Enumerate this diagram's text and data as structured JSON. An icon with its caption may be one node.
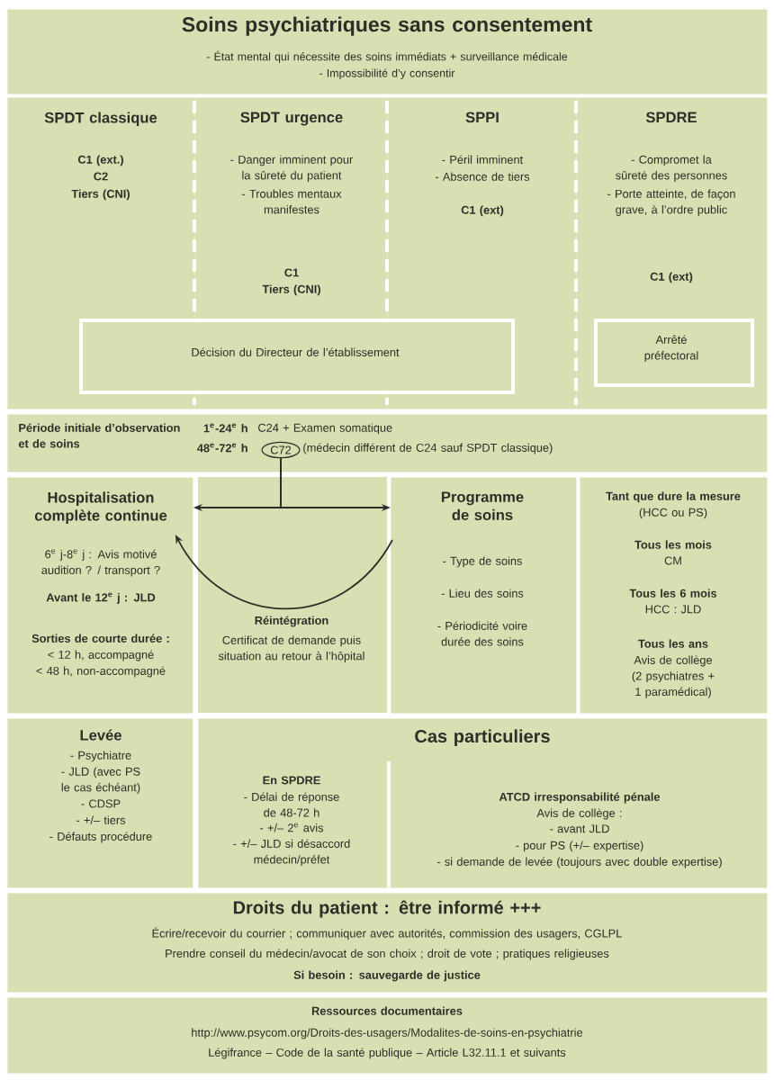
{
  "diagram": {
    "nodes": [
      {
        "text": [
          "Soins psychiatriques sans consentement",
          "- État mental qui nécessite des soins immédiats + surveillance médicale",
          "- Impossibilité d’y consentir"
        ]
      },
      {
        "text": [
          "SPDT classique",
          "C1 (ext.)",
          "C2",
          "Tiers (CNI)"
        ]
      },
      {
        "text": [
          "SPDT urgence",
          "- Danger imminent pour la sûreté du patient",
          "- Troubles mentaux manifestes",
          "C1",
          "Tiers (CNI)"
        ]
      },
      {
        "text": [
          "SPPI",
          "- Péril imminent",
          "- Absence de tiers",
          "C1 (ext)"
        ]
      },
      {
        "text": [
          "SPDRE",
          "- Compromet la sûreté des personnes",
          "- Porte atteinte, de façon grave, à l’ordre public",
          "C1 (ext)"
        ]
      },
      {
        "text": [
          "Décision du Directeur de l’établissement"
        ]
      },
      {
        "text": [
          "Arrêté préfectoral"
        ],
        "in": 4
      },
      {
        "text": [
          "Période initiale d’observation et de soins",
          "1$^{e}$-24$^{e}$ h",
          "C24 + Examen somatique",
          "48$^{e}$-72$^{e}$ h",
          "(médecin différent de C24 sauf SPDT classique)"
        ]
      },
      {
        "text": [
          "C72"
        ],
        "in": 7
      },
      {
        "text": [
          "Hospitalisation complète continue",
          "6$^{e}$ j-8$^{e}$ j : Avis motivé audition ? / transport ?",
          "Avant le 12$^{e}$ j : JLD",
          "Sorties de courte durée :",
          "< 12 h, accompagné",
          "< 48 h, non-accompagné"
        ]
      },
      {
        "text": [
          "Programme de soins",
          "- Type de soins",
          "- Lieu des soins",
          "- Périodicité voire durée des soins"
        ]
      },
      {
        "text": [
          "Tant que dure la mesure",
          "(HCC ou PS)",
          "Tous les mois",
          "CM",
          "Tous les 6 mois",
          "HCC : JLD",
          "Tous les ans",
          "Avis de collège (2 psychiatres + 1 paramédical)"
        ]
      },
      {
        "text": [
          "Levée",
          "- Psychiatre",
          "- JLD (avec PS le cas échéant)",
          "- CDSP",
          "- +/– tiers",
          "- Défauts procédure"
        ]
      },
      {
        "text": [
          "Cas particuliers"
        ]
      },
      {
        "text": [
          "En SPDRE",
          "- Délai de réponse de 48-72 h",
          "- +/– 2$^{e}$ avis",
          "- +/– JLD si désaccord médecin/préfet"
        ],
        "in": 13
      },
      {
        "text": [
          "ATCD irresponsabilité pénale",
          "Avis de collège :",
          "- avant JLD",
          "- pour PS (+/– expertise)",
          "- si demande de levée (toujours avec double expertise)"
        ],
        "in": 13
      },
      {
        "text": [
          "Droits du patient : être informé +++",
          "Écrire/recevoir du courrier ; communiquer avec autorités, commission des usagers, CGLPL",
          "Prendre conseil du médecin/avocat de son choix ; droit de vote ; pratiques religieuses",
          "Si besoin : sauvegarde de justice"
        ]
      },
      {
        "text": [
          "Ressources documentaires",
          "http://www.psycom.org/Droits-des-usagers/Modalites-de-soins-en-psychiatrie",
          "Légifrance – Code de la santé publique – Article L32.11.1 et suivants"
        ]
      }
    ],
    "edges": [
      {
        "from": 8,
        "to": 9,
        "arrow": "to"
      },
      {
        "from": 8,
        "to": 10,
        "arrow": "to"
      },
      {
        "from": 10,
        "to": 9,
        "arrow": "to",
        "label": "Réintégration"
      }
    ],
    "labels": [
      "Certificat de demande puis situation au retour à l’hôpital"
    ]
  }
}
